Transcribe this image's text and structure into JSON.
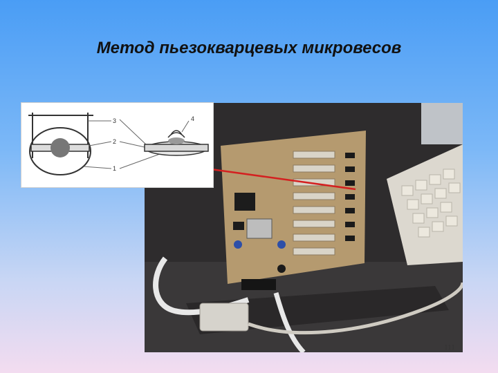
{
  "slide": {
    "title": "Метод пьезокварцевых микровесов",
    "page_number": "111"
  },
  "diagram": {
    "labels": [
      "4",
      "3",
      "2",
      "1"
    ]
  }
}
